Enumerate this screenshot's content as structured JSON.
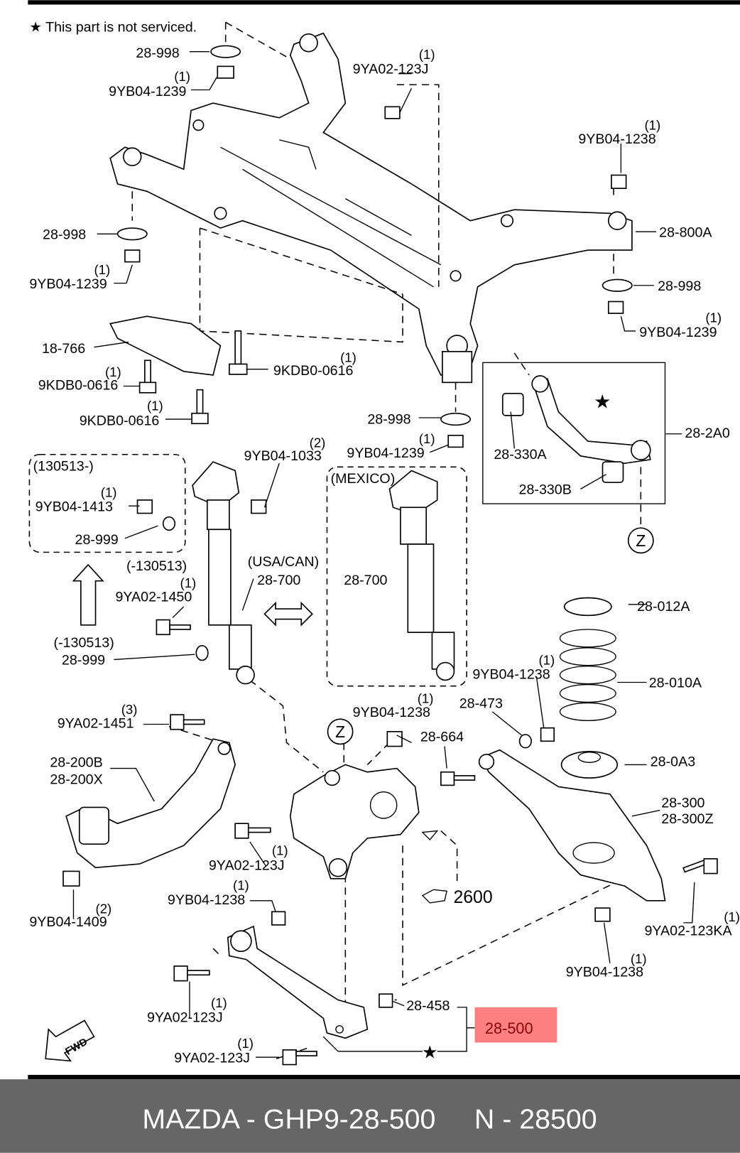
{
  "note": "★ This part is not serviced.",
  "highlight": {
    "part": "28-500",
    "fill": "#ff8080",
    "text_color": "#8b0000"
  },
  "footer": {
    "text": "MAZDA - GHP9-28-500     N - 28500",
    "background": "#666666"
  },
  "big_ref": "2600",
  "zone_marker": "Z",
  "fwd": "FWD",
  "labels": [
    "28-998",
    "(1)",
    "9YB04-1239",
    "(1)",
    "9YA02-123J",
    "(1)",
    "9YB04-1238",
    "28-998",
    "(1)",
    "9YB04-1239",
    "28-800A",
    "28-998",
    "(1)",
    "9YB04-1239",
    "18-766",
    "(1)",
    "9KDB0-0616",
    "(1)",
    "9KDB0-0616",
    "(1)",
    "9KDB0-0616",
    "28-998",
    "(1)",
    "9YB04-1239",
    "28-2A0",
    "28-330A",
    "28-330B",
    "(2)",
    "9YB04-1033",
    "(130513-)",
    "(MEXICO)",
    "(1)",
    "9YB04-1413",
    "28-999",
    "(-130513)",
    "(USA/CAN)",
    "28-700",
    "(1)",
    "9YA02-1450",
    "28-700",
    "28-012A",
    "(-130513)",
    "28-999",
    "(1)",
    "9YB04-1238",
    "28-010A",
    "28-473",
    "(3)",
    "9YA02-1451",
    "(1)",
    "9YB04-1238",
    "28-664",
    "28-200B",
    "28-200X",
    "28-0A3",
    "28-300",
    "28-300Z",
    "(1)",
    "9YA02-123J",
    "(1)",
    "9YB04-1238",
    "(2)",
    "9YB04-1409",
    "(1)",
    "9YA02-123KA",
    "(1)",
    "9YB04-1238",
    "(1)",
    "9YA02-123J",
    "28-458",
    "(1)",
    "9YA02-123J"
  ]
}
